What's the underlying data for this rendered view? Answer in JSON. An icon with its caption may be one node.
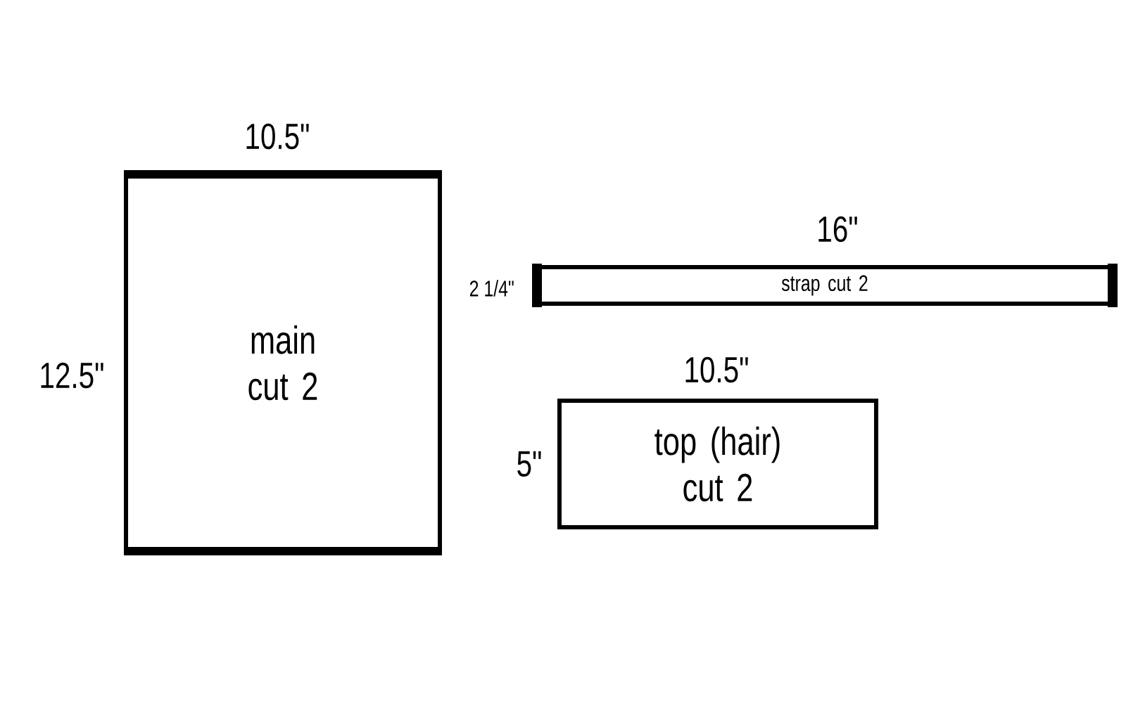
{
  "diagram": {
    "nodes": [
      {
        "text": [
          "main cut 2"
        ]
      },
      {
        "text": [
          "strap cut 2"
        ]
      },
      {
        "text": [
          "top (hair) cut 2"
        ]
      }
    ],
    "labels": [
      "10.5\"",
      "12.5\"",
      "16\"",
      "2 1/4\"",
      "10.5\"",
      "5\""
    ]
  }
}
